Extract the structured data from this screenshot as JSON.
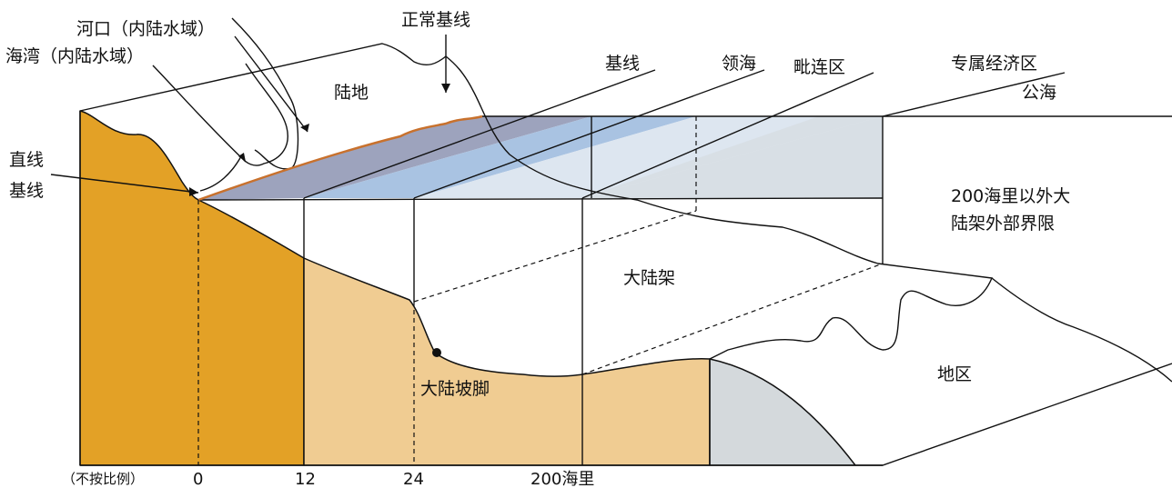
{
  "colors": {
    "territorial_block": "#E3A126",
    "contiguous_block": "#F0CC92",
    "deep_region": "#D4D9DC",
    "internal_waters_band": "#9DA3BD",
    "territorial_sea_band": "#A9C3E2",
    "eez_band": "#DDE6F0",
    "coastline": "#C8712D",
    "line": "#111111"
  },
  "labels": {
    "estuary": "河口（内陆水域）",
    "bay": "海湾（内陆水域）",
    "normal_baseline": "正常基线",
    "land": "陆地",
    "straight_baseline_line1": "直线",
    "straight_baseline_line2": "基线",
    "baseline": "基线",
    "territorial_sea": "领海",
    "contiguous_zone": "毗连区",
    "eez": "专属经济区",
    "high_seas": "公海",
    "outer_limit_line1": "200海里以外大",
    "outer_limit_line2": "陆架外部界限",
    "continental_shelf": "大陆架",
    "continental_foot": "大陆坡脚",
    "area": "地区"
  },
  "axis": {
    "note": "（不按比例）",
    "ticks": [
      "0",
      "12",
      "24",
      "200海里"
    ]
  }
}
